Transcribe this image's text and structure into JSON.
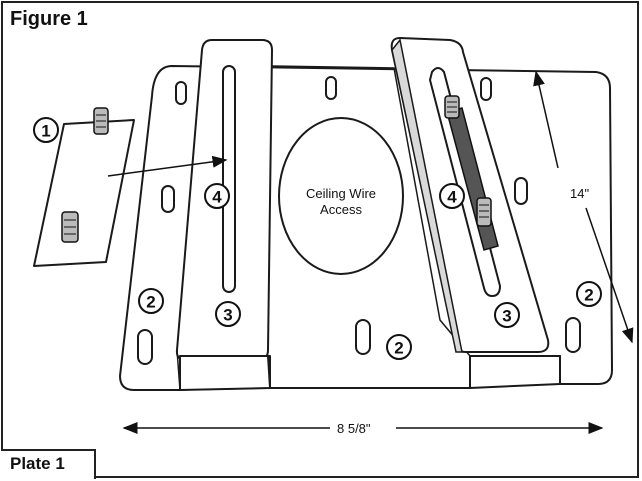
{
  "figure": {
    "title": "Figure 1",
    "plate_label": "Plate 1",
    "center_label_line1": "Ceiling Wire",
    "center_label_line2": "Access",
    "dimension_height": "14\"",
    "dimension_width": "8 5/8\"",
    "callouts": {
      "one": "1",
      "two": "2",
      "three": "3",
      "four": "4"
    }
  }
}
